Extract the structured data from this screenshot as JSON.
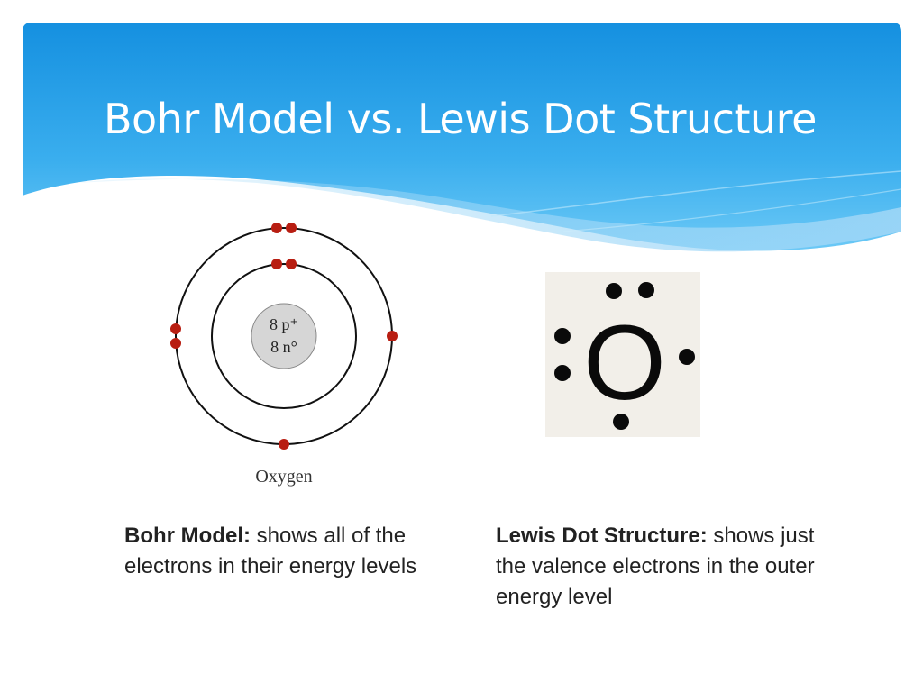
{
  "slide": {
    "title": "Bohr Model vs. Lewis Dot Structure",
    "colors": {
      "header_top": "#1a8fe0",
      "header_bottom": "#5bc3f5",
      "electron": "#b81e12"
    }
  },
  "bohr": {
    "nucleus_protons": "8 p⁺",
    "nucleus_neutrons": "8 n°",
    "element_label": "Oxygen",
    "inner_shell_electrons": 2,
    "outer_shell_electrons": 6
  },
  "lewis": {
    "symbol": "O",
    "valence_electrons": 6
  },
  "captions": {
    "bohr_heading": "Bohr Model:",
    "bohr_text": " shows all of the electrons in their energy levels",
    "lewis_heading": "Lewis Dot Structure:",
    "lewis_text": " shows just the valence electrons in the outer energy level"
  }
}
